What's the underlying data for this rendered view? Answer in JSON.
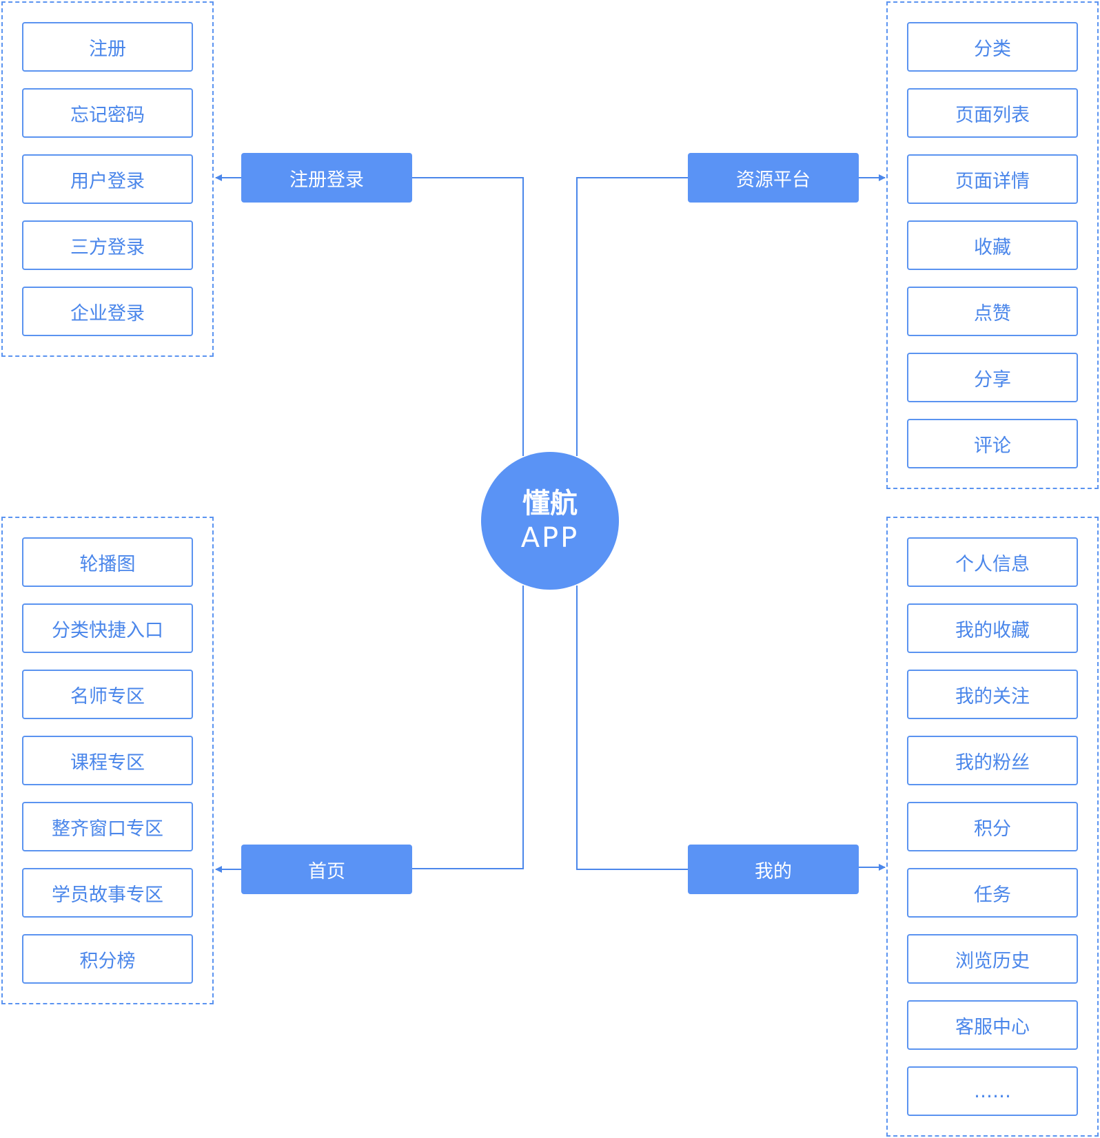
{
  "center": {
    "title": "懂航",
    "subtitle": "APP"
  },
  "colors": {
    "accent": "#5a93f5",
    "line": "#4a86ea",
    "text": "#4a86ea"
  },
  "groups": {
    "login": {
      "branch": "注册登录",
      "items": [
        "注册",
        "忘记密码",
        "用户登录",
        "三方登录",
        "企业登录"
      ]
    },
    "resources": {
      "branch": "资源平台",
      "items": [
        "分类",
        "页面列表",
        "页面详情",
        "收藏",
        "点赞",
        "分享",
        "评论"
      ]
    },
    "home": {
      "branch": "首页",
      "items": [
        "轮播图",
        "分类快捷入口",
        "名师专区",
        "课程专区",
        "整齐窗口专区",
        "学员故事专区",
        "积分榜"
      ]
    },
    "mine": {
      "branch": "我的",
      "items": [
        "个人信息",
        "我的收藏",
        "我的关注",
        "我的粉丝",
        "积分",
        "任务",
        "浏览历史",
        "客服中心",
        "……"
      ]
    }
  }
}
